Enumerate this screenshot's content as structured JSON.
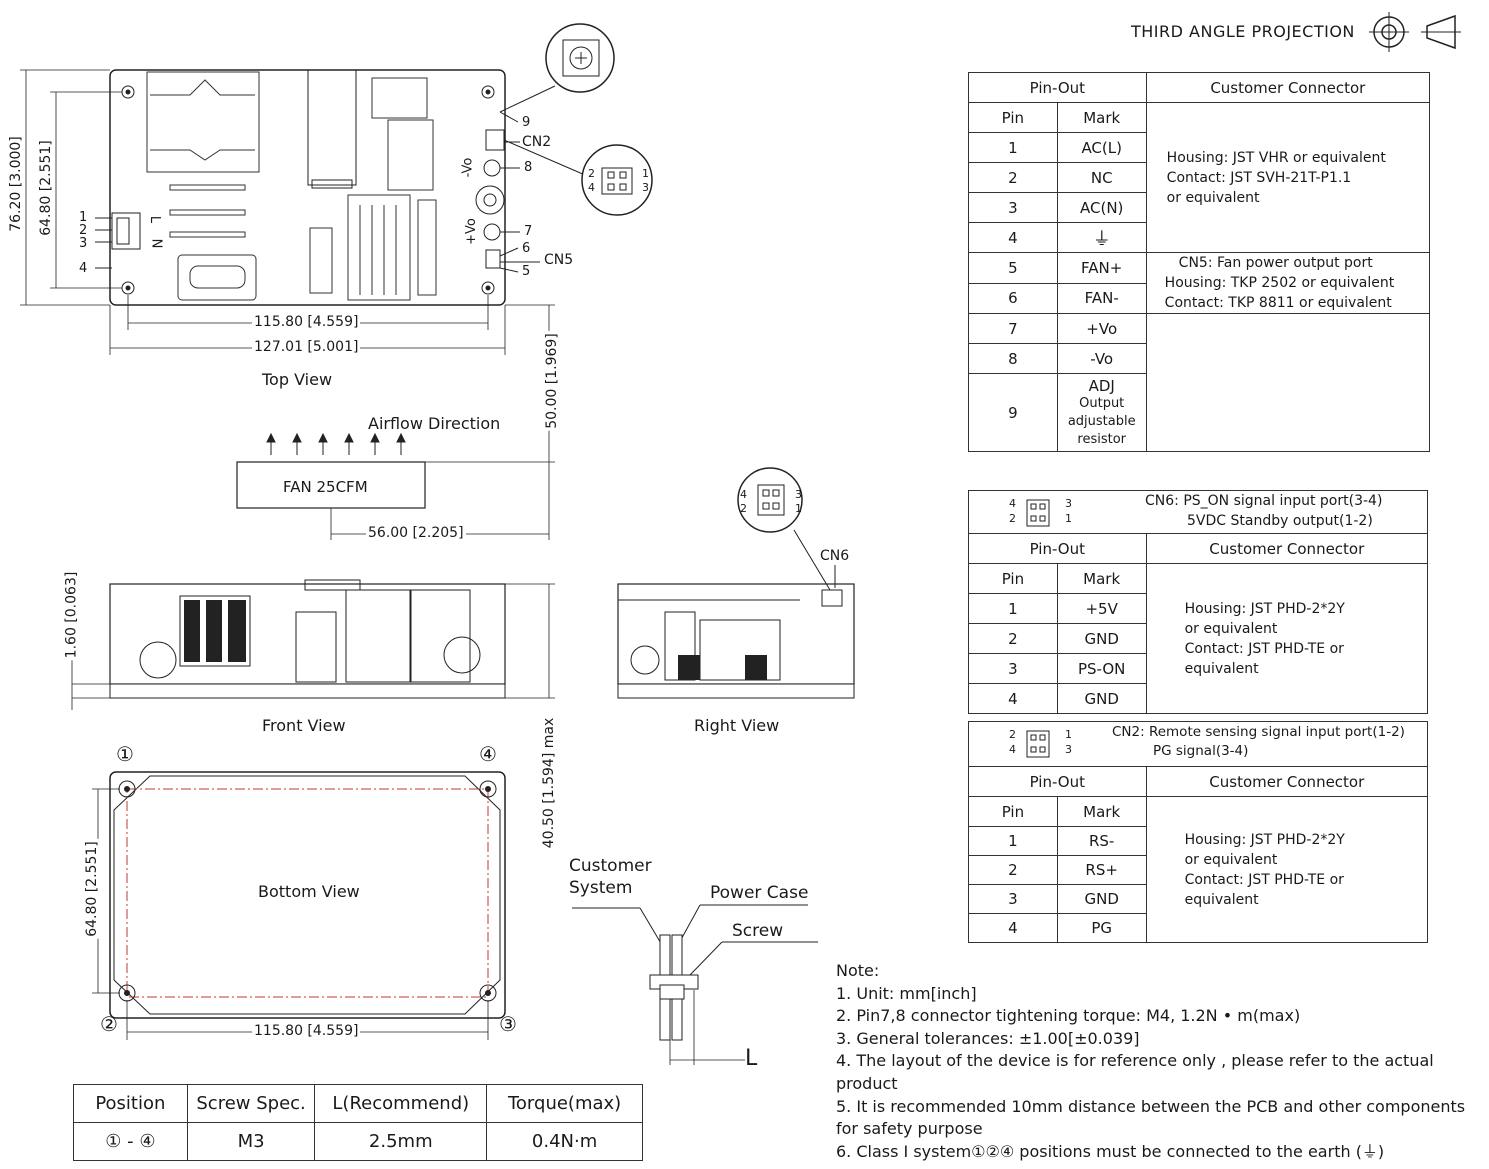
{
  "projection": {
    "label": "THIRD ANGLE PROJECTION"
  },
  "top_view": {
    "title": "Top View",
    "dim_width_inner": "115.80 [4.559]",
    "dim_width_outer": "127.01 [5.001]",
    "dim_height_outer": "76.20 [3.000]",
    "dim_height_inner": "64.80 [2.551]",
    "dim_fan_distance": "50.00 [1.969]",
    "left_pins": [
      "1",
      "2",
      "3",
      "4"
    ],
    "left_marks": [
      "L",
      "N"
    ],
    "right_pins": [
      "9",
      "8",
      "7",
      "6",
      "5"
    ],
    "cn2": "CN2",
    "cn5": "CN5",
    "vo_minus": "-Vo",
    "vo_plus": "+Vo",
    "cn2_zoom_pins": [
      "2",
      "1",
      "4",
      "3"
    ]
  },
  "fan": {
    "airflow_label": "Airflow Direction",
    "label": "FAN  25CFM",
    "dim_offset": "56.00 [2.205]"
  },
  "front_view": {
    "title": "Front View",
    "dim_thickness": "1.60 [0.063]",
    "dim_height": "40.50 [1.594] max"
  },
  "right_view": {
    "title": "Right View",
    "cn6": "CN6",
    "cn6_zoom_pins": [
      "4",
      "3",
      "2",
      "1"
    ]
  },
  "bottom_view": {
    "title": "Bottom View",
    "dim_height": "64.80 [2.551]",
    "dim_width": "115.80 [4.559]",
    "corner_marks": [
      "①",
      "④",
      "②",
      "③"
    ]
  },
  "mount_detail": {
    "customer_system": [
      "Customer",
      "System"
    ],
    "power_case": "Power Case",
    "screw": "Screw",
    "l_label": "L"
  },
  "table_cn1": {
    "header_pinout": "Pin-Out",
    "header_connector": "Customer Connector",
    "col_pin": "Pin",
    "col_mark": "Mark",
    "rows": [
      {
        "pin": "1",
        "mark": "AC(L)"
      },
      {
        "pin": "2",
        "mark": "NC"
      },
      {
        "pin": "3",
        "mark": "AC(N)"
      },
      {
        "pin": "4",
        "mark": "⏚"
      },
      {
        "pin": "5",
        "mark": "FAN+"
      },
      {
        "pin": "6",
        "mark": "FAN-"
      },
      {
        "pin": "7",
        "mark": "+Vo"
      },
      {
        "pin": "8",
        "mark": "-Vo"
      },
      {
        "pin": "9",
        "mark": "ADJ",
        "mark_sub": [
          "Output",
          "adjustable",
          "resistor"
        ]
      }
    ],
    "conn_a": [
      "Housing:  JST VHR or equivalent",
      "Contact:  JST SVH-21T-P1.1",
      "or equivalent"
    ],
    "conn_b": [
      "CN5: Fan power output port",
      "Housing:  TKP 2502 or equivalent",
      "Contact:  TKP 8811 or equivalent"
    ]
  },
  "table_cn6": {
    "title_lines": [
      "CN6: PS_ON signal input port(3-4)",
      "5VDC Standby output(1-2)"
    ],
    "icon_pins": [
      "4",
      "3",
      "2",
      "1"
    ],
    "header_pinout": "Pin-Out",
    "header_connector": "Customer Connector",
    "col_pin": "Pin",
    "col_mark": "Mark",
    "rows": [
      {
        "pin": "1",
        "mark": "+5V"
      },
      {
        "pin": "2",
        "mark": "GND"
      },
      {
        "pin": "3",
        "mark": "PS-ON"
      },
      {
        "pin": "4",
        "mark": "GND"
      }
    ],
    "conn": [
      "Housing:  JST PHD-2*2Y",
      "or equivalent",
      "Contact:  JST PHD-TE or",
      "equivalent"
    ]
  },
  "table_cn2": {
    "title_lines": [
      "CN2: Remote sensing signal input port(1-2)",
      "PG signal(3-4)"
    ],
    "icon_pins": [
      "2",
      "1",
      "4",
      "3"
    ],
    "header_pinout": "Pin-Out",
    "header_connector": "Customer Connector",
    "col_pin": "Pin",
    "col_mark": "Mark",
    "rows": [
      {
        "pin": "1",
        "mark": "RS-"
      },
      {
        "pin": "2",
        "mark": "RS+"
      },
      {
        "pin": "3",
        "mark": "GND"
      },
      {
        "pin": "4",
        "mark": "PG"
      }
    ],
    "conn": [
      "Housing:  JST PHD-2*2Y",
      "or equivalent",
      "Contact:  JST PHD-TE or",
      "equivalent"
    ]
  },
  "notes": {
    "title": "Note:",
    "items": [
      "1. Unit: mm[inch]",
      "2. Pin7,8 connector tightening torque: M4, 1.2N • m(max)",
      "3. General tolerances:  ±1.00[±0.039]",
      "4. The layout of the device is for reference only , please refer to the actual",
      "product",
      "5. It is recommended 10mm distance between the PCB and other components",
      "for safety purpose",
      "6. Class I system①②④ positions must be connected to the earth  (⏚)"
    ]
  },
  "screw_table": {
    "headers": [
      "Position",
      "Screw Spec.",
      "L(Recommend)",
      "Torque(max)"
    ],
    "row": [
      "① - ④",
      "M3",
      "2.5mm",
      "0.4N·m"
    ]
  }
}
